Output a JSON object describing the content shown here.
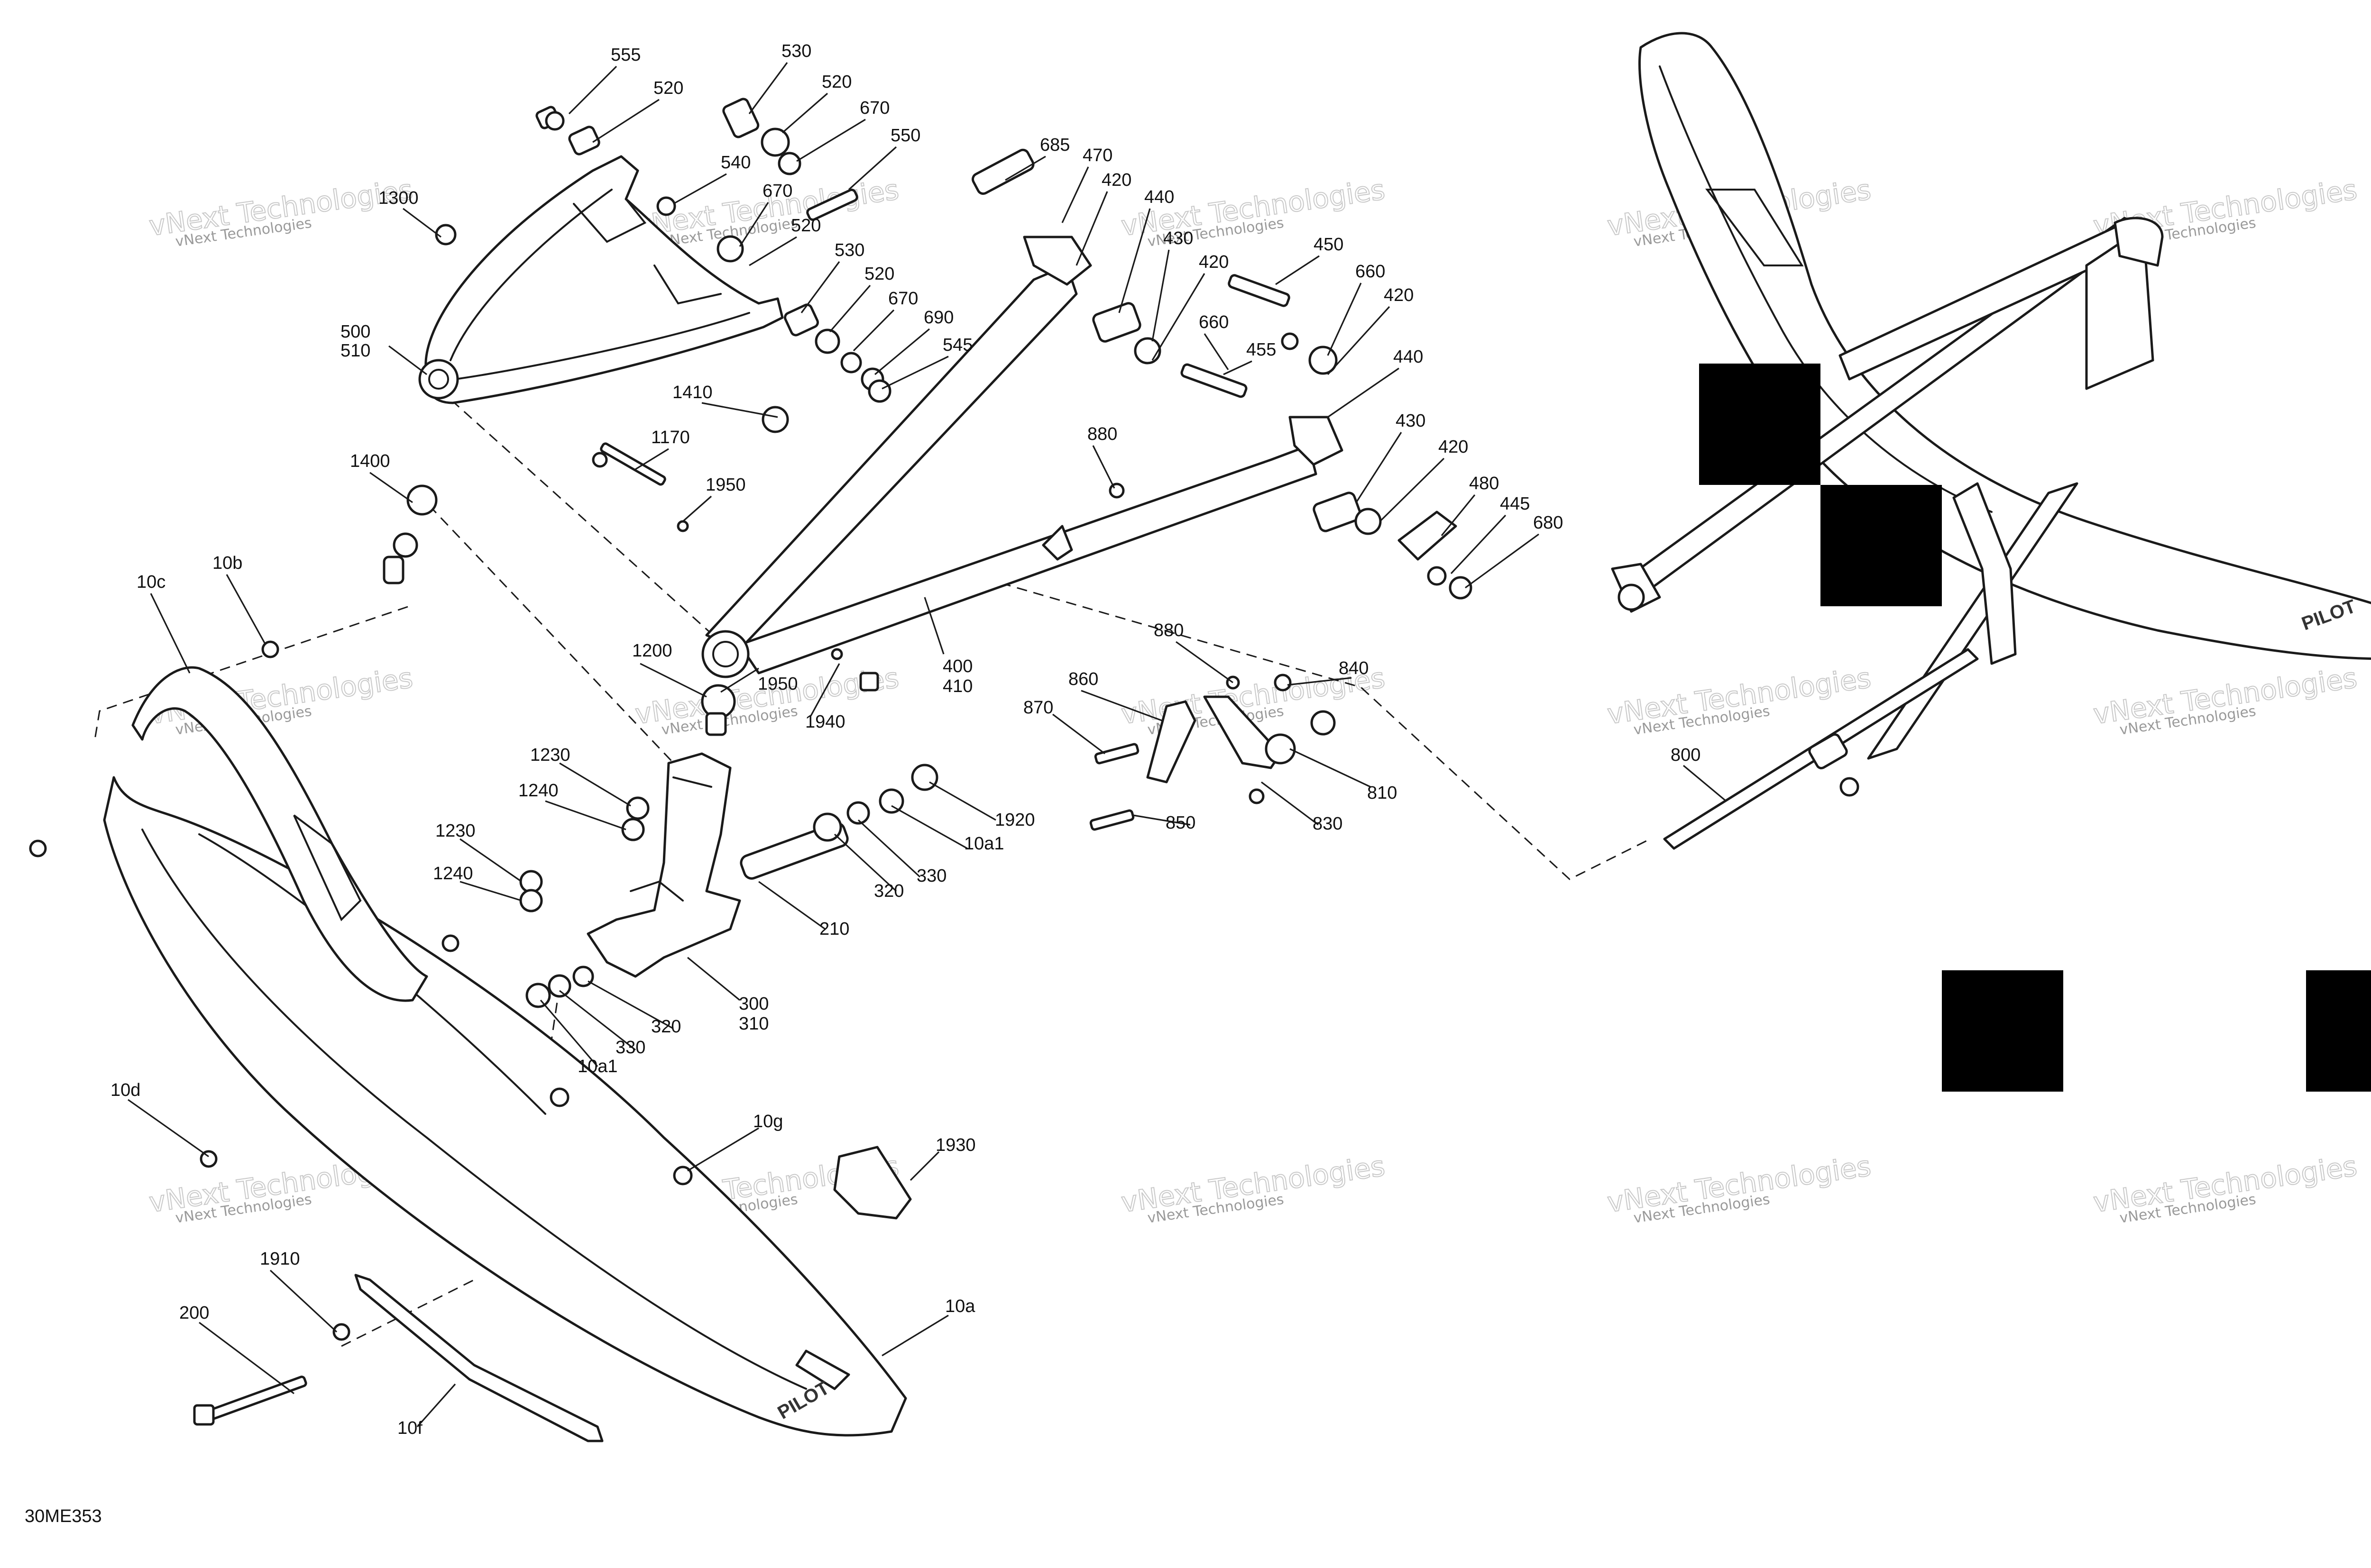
{
  "drawing_code": "30ME353",
  "watermark_text": "vNext Technologies",
  "colors": {
    "line": "#1a1a1a",
    "watermark": "#c8c8c8",
    "redaction": "#000000"
  },
  "callouts": [
    "555",
    "520",
    "530",
    "520",
    "670",
    "550",
    "540",
    "670",
    "520",
    "1300",
    "500",
    "510",
    "530",
    "520",
    "670",
    "690",
    "545",
    "685",
    "470",
    "420",
    "440",
    "430",
    "420",
    "450",
    "660",
    "420",
    "660",
    "455",
    "1410",
    "1170",
    "1950",
    "1400",
    "880",
    "440",
    "430",
    "420",
    "480",
    "445",
    "680",
    "10b",
    "10c",
    "400",
    "410",
    "1950",
    "1940",
    "1200",
    "880",
    "840",
    "860",
    "870",
    "810",
    "830",
    "850",
    "1230",
    "1240",
    "1920",
    "10a1",
    "330",
    "320",
    "1230",
    "1240",
    "210",
    "300",
    "310",
    "320",
    "330",
    "10a1",
    "10d",
    "10g",
    "1930",
    "1910",
    "10a",
    "200",
    "10f",
    "800"
  ]
}
